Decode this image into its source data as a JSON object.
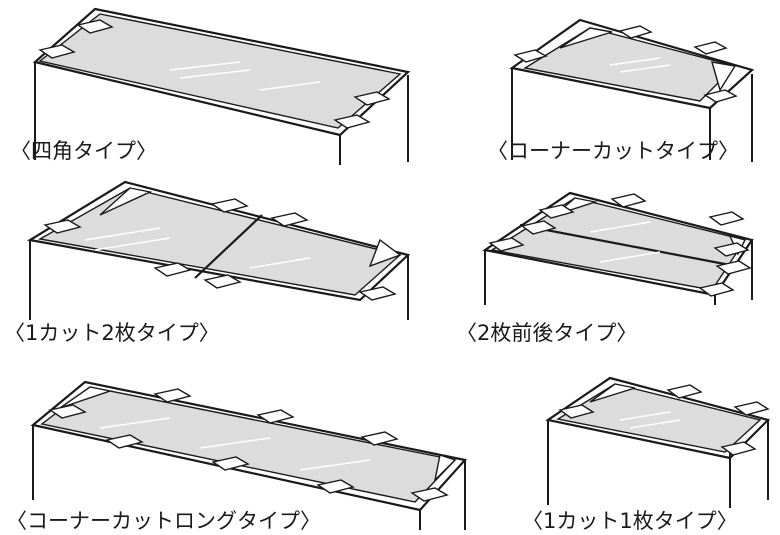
{
  "panels": [
    {
      "key": "square",
      "label": "〈四角タイプ〉"
    },
    {
      "key": "corner_cut",
      "label": "〈コーナーカットタイプ〉"
    },
    {
      "key": "one_cut_two",
      "label": "〈1カット2枚タイプ〉"
    },
    {
      "key": "two_front_back",
      "label": "〈2枚前後タイプ〉"
    },
    {
      "key": "corner_cut_long",
      "label": "〈コーナーカットロングタイプ〉"
    },
    {
      "key": "one_cut_one",
      "label": "〈1カット1枚タイプ〉"
    }
  ],
  "colors": {
    "line": "#1a1a1a",
    "glass": "#dcdcdc",
    "background": "#ffffff"
  }
}
